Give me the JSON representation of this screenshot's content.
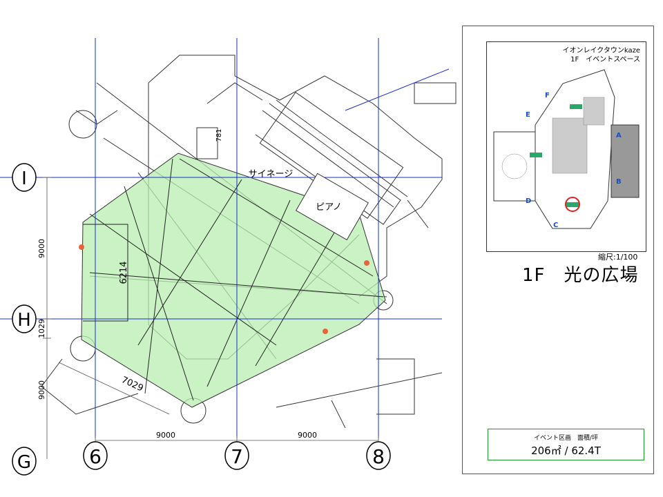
{
  "plan": {
    "grid_rows": [
      "I",
      "H",
      "G"
    ],
    "grid_cols": [
      "6",
      "7",
      "8"
    ],
    "dim_h1": "9000",
    "dim_h2": "9000",
    "dim_v1": "9000",
    "dim_v2": "1029",
    "dim_v3": "9000",
    "dim_6214": "6214",
    "dim_7029": "7029",
    "signage_label": "サイネージ",
    "piano_label": "ピアノ",
    "dim_781": "781"
  },
  "map": {
    "title_line1": "イオンレイクタウンkaze",
    "title_line2": "1F　イベントスペース",
    "scale_text": "縮尺:1/100",
    "pins": [
      "A",
      "B",
      "C",
      "D",
      "E",
      "F"
    ]
  },
  "venue_name": "1F　光の広場",
  "event_area": {
    "label": "イベント区画　面積/坪",
    "value": "206㎡ / 62.4T"
  },
  "colors": {
    "event_area_fill": "#b8eeb0",
    "grid_line": "#1a2dcc",
    "frame_green": "#1a9a2a",
    "highlight_red": "#dd2222"
  }
}
